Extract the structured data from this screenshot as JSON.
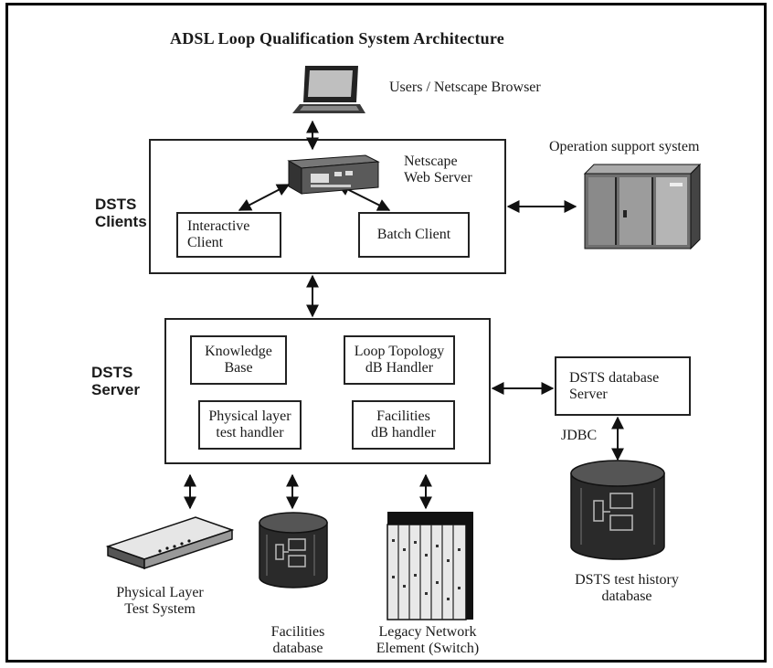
{
  "title": "ADSL Loop Qualification System Architecture",
  "nodes": {
    "users": "Users / Netscape Browser",
    "web_server": "Netscape\nWeb Server",
    "oss": "Operation support system",
    "db_server": "DSTS database\nServer",
    "jdbc": "JDBC",
    "history_db": "DSTS test history\ndatabase",
    "phys_test_system": "Physical Layer\nTest System",
    "facilities_db": "Facilities\ndatabase",
    "legacy": "Legacy Network\nElement (Switch)"
  },
  "clients_group": {
    "label": "DSTS\nClients",
    "components": {
      "interactive": "Interactive\nClient",
      "batch": "Batch Client"
    }
  },
  "server_group": {
    "label": "DSTS\nServer",
    "components": {
      "knowledge": "Knowledge\nBase",
      "loop_topology": "Loop Topology\ndB Handler",
      "physical": "Physical layer\ntest handler",
      "facilities": "Facilities\ndB handler"
    }
  },
  "icons": [
    "laptop-icon",
    "web-server-icon",
    "oss-cabinet-icon",
    "test-system-icon",
    "database-icon",
    "switch-rack-icon"
  ]
}
